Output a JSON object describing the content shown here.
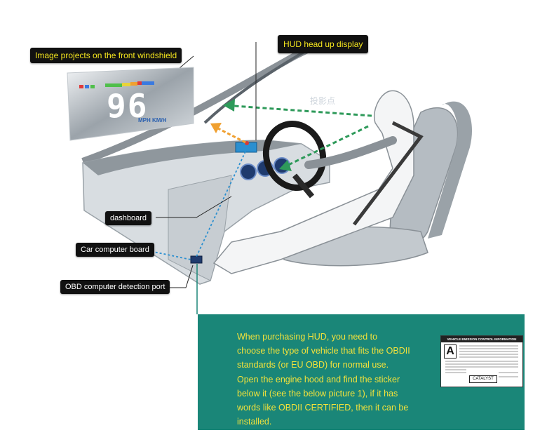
{
  "callouts": {
    "windshield": "Image projects on the front windshield",
    "hud": "HUD head up display",
    "dashboard": "dashboard",
    "computer_board": "Car computer board",
    "obd_port": "OBD computer detection port"
  },
  "hud_screen": {
    "speed": "96",
    "unit": "MPH KM/H"
  },
  "ghost_text": "投影点",
  "info_box": {
    "lines": [
      "When purchasing HUD, you need to",
      "choose the type of vehicle that fits the OBDII",
      "standards (or EU OBD) for normal use.",
      "Open the engine hood and find the sticker",
      "below it (see the below picture 1), if it has",
      "words like OBDII CERTIFIED, then it can be",
      "installed."
    ],
    "sticker": {
      "title": "VEHICLE EMISSION CONTROL INFORMATION",
      "grade": "A",
      "catalyst": "CATALYST"
    }
  },
  "colors": {
    "info_bg": "#1a8678",
    "info_text": "#f3e23b",
    "arrow_green": "#2e9a5a",
    "arrow_orange": "#f0a030",
    "link_blue": "#2a8fd0"
  }
}
